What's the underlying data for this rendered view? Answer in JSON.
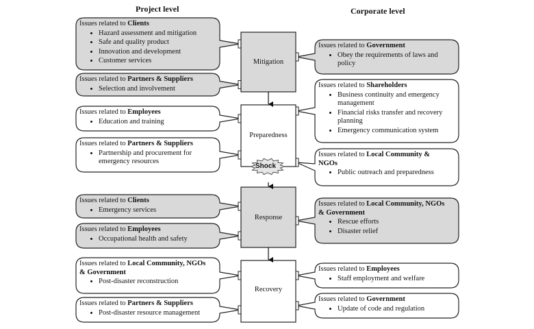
{
  "headers": {
    "project": "Project level",
    "corporate": "Corporate level"
  },
  "phases": [
    "Mitigation",
    "Preparedness",
    "Response",
    "Recovery"
  ],
  "shock": "Shock",
  "boxes": [
    {
      "title": "Issues related to ",
      "stake": "Clients",
      "items": [
        "Hazard assessment and mitigation",
        "Safe and quality product",
        "Innovation and development",
        "Customer services"
      ]
    },
    {
      "title": "Issues related to ",
      "stake": "Partners & Suppliers",
      "items": [
        "Selection and involvement"
      ]
    },
    {
      "title": "Issues related to ",
      "stake": "Employees",
      "items": [
        "Education and training"
      ]
    },
    {
      "title": "Issues related to ",
      "stake": "Partners & Suppliers",
      "items": [
        "Partnership and procurement for emergency resources"
      ]
    },
    {
      "title": "Issues related to ",
      "stake": "Clients",
      "items": [
        "Emergency services"
      ]
    },
    {
      "title": "Issues related to ",
      "stake": "Employees",
      "items": [
        "Occupational health and safety"
      ]
    },
    {
      "title": "Issues related to ",
      "stake": "Local Community, NGOs & Government",
      "items": [
        "Post-disaster reconstruction"
      ]
    },
    {
      "title": "Issues related to ",
      "stake": "Partners & Suppliers",
      "items": [
        "Post-disaster resource management"
      ]
    },
    {
      "title": "Issues related to ",
      "stake": "Government",
      "items": [
        "Obey the requirements of laws and policy"
      ]
    },
    {
      "title": "Issues related to ",
      "stake": "Shareholders",
      "items": [
        "Business continuity and emergency management",
        "Financial risks transfer and recovery planning",
        "Emergency communication system"
      ]
    },
    {
      "title": "Issues related to ",
      "stake": "Local Community & NGOs",
      "items": [
        "Public outreach and preparedness"
      ]
    },
    {
      "title": "Issues related to ",
      "stake": "Local Community, NGOs & Government",
      "items": [
        "Rescue efforts",
        "Disaster relief"
      ]
    },
    {
      "title": "Issues related to ",
      "stake": "Employees",
      "items": [
        "Staff employment and welfare"
      ]
    },
    {
      "title": "Issues related to ",
      "stake": "Government",
      "items": [
        "Update of code and regulation"
      ]
    }
  ],
  "colors": {
    "gray": "#d9d9d9",
    "white": "#ffffff",
    "stroke": "#222222"
  }
}
